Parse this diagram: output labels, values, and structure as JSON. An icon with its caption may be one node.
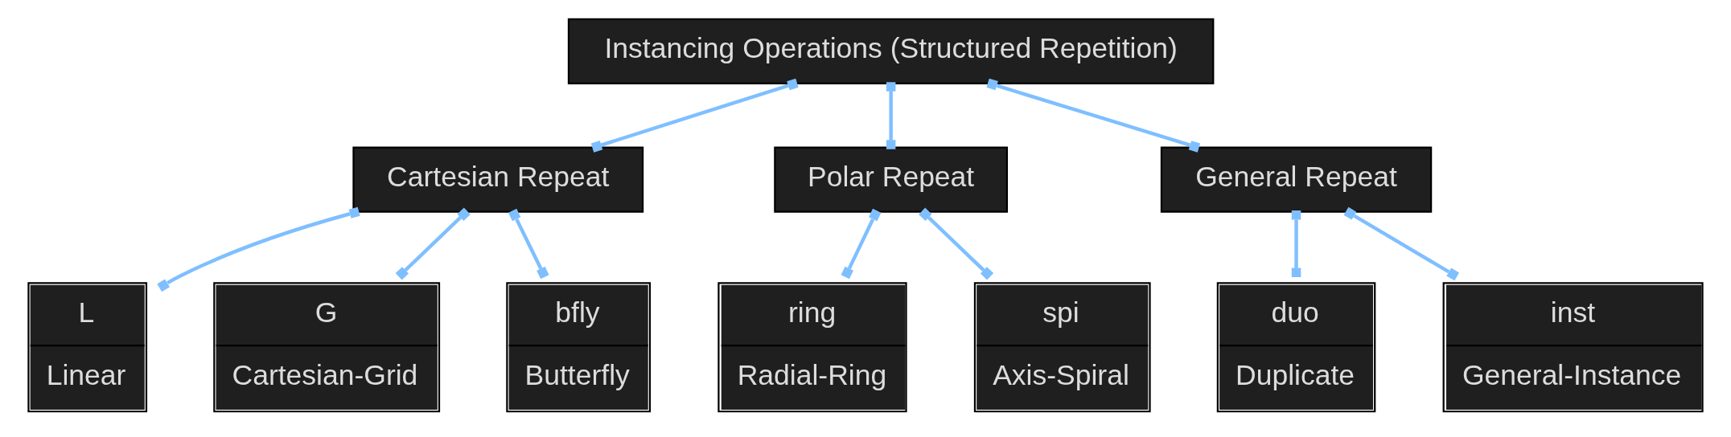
{
  "diagram": {
    "nodes": [
      {
        "text": [
          "Instancing Operations (Structured Repetition)"
        ]
      },
      {
        "text": [
          "Cartesian Repeat"
        ]
      },
      {
        "text": [
          "Polar Repeat"
        ]
      },
      {
        "text": [
          "General Repeat"
        ]
      },
      {
        "text": [
          "L",
          "Linear"
        ]
      },
      {
        "text": [
          "G",
          "Cartesian-Grid"
        ]
      },
      {
        "text": [
          "bfly",
          "Butterfly"
        ]
      },
      {
        "text": [
          "ring",
          "Radial-Ring"
        ]
      },
      {
        "text": [
          "spi",
          "Axis-Spiral"
        ]
      },
      {
        "text": [
          "duo",
          "Duplicate"
        ]
      },
      {
        "text": [
          "inst",
          "General-Instance"
        ]
      }
    ],
    "edges": [
      {
        "from": 0,
        "to": 1,
        "arrow": "other"
      },
      {
        "from": 0,
        "to": 2,
        "arrow": "other"
      },
      {
        "from": 0,
        "to": 3,
        "arrow": "other"
      },
      {
        "from": 1,
        "to": 4,
        "arrow": "other"
      },
      {
        "from": 1,
        "to": 5,
        "arrow": "other"
      },
      {
        "from": 1,
        "to": 6,
        "arrow": "other"
      },
      {
        "from": 2,
        "to": 7,
        "arrow": "other"
      },
      {
        "from": 2,
        "to": 8,
        "arrow": "other"
      },
      {
        "from": 3,
        "to": 9,
        "arrow": "other"
      },
      {
        "from": 3,
        "to": 10,
        "arrow": "other"
      }
    ]
  }
}
